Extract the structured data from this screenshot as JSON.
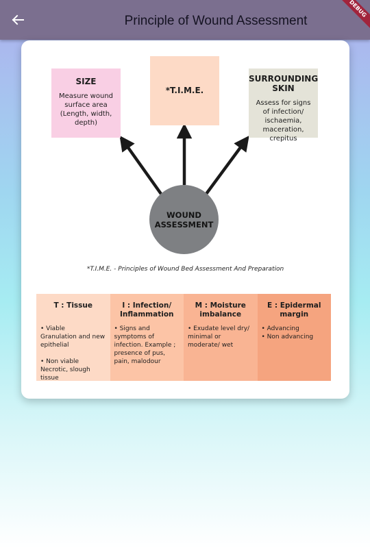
{
  "appbar": {
    "title": "Principle of Wound Assessment",
    "debug_label": "DEBUG"
  },
  "diagram": {
    "size": {
      "title": "SIZE",
      "text": "Measure wound surface area (Length, width, depth)"
    },
    "time": {
      "title": "*T.I.M.E."
    },
    "skin": {
      "title": "SURROUNDING SKIN",
      "text": "Assess for signs of infection/ ischaemia, maceration, crepitus"
    },
    "center": "WOUND ASSESSMENT",
    "footnote": "*T.I.M.E.  -  Principles of Wound Bed Assessment And Preparation",
    "colors": {
      "size": "#f9cfe4",
      "time": "#fddac6",
      "skin": "#e4e3d8",
      "circle": "#7e8083",
      "arrow": "#1a1a1a"
    }
  },
  "table": {
    "columns": [
      {
        "head": "T : Tissue",
        "body": "• Viable\n  Granulation and new\n  epithelial\n\n• Non viable\n  Necrotic, slough tissue"
      },
      {
        "head": "I :  Infection/\nInflammation",
        "body": "• Signs and symptoms of infection. Example ; presence of pus, pain, malodour"
      },
      {
        "head": "M :  Moisture\nimbalance",
        "body": "•  Exudate level dry/ minimal or moderate/ wet"
      },
      {
        "head": "E :  Epidermal\nmargin",
        "body": "• Advancing\n• Non advancing"
      }
    ]
  }
}
